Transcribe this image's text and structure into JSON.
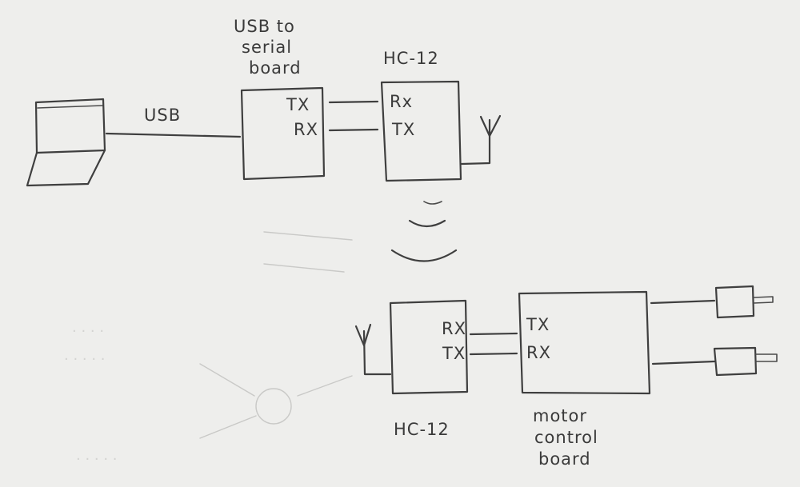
{
  "labels": {
    "usb_link": "USB",
    "usb_board_title": [
      "USB to",
      "serial",
      "board"
    ],
    "usb_board_tx": "TX",
    "usb_board_rx": "RX",
    "hc12_top_title": "HC-12",
    "hc12_top_rx": "Rx",
    "hc12_top_tx": "TX",
    "hc12_bottom_rx": "RX",
    "hc12_bottom_tx": "TX",
    "hc12_bottom_title": "HC-12",
    "motor_board_tx": "TX",
    "motor_board_rx": "RX",
    "motor_board_title": [
      "motor",
      "control",
      "board"
    ]
  },
  "colors": {
    "paper": "#eeeeec",
    "pencil": "#3f3f3f"
  }
}
